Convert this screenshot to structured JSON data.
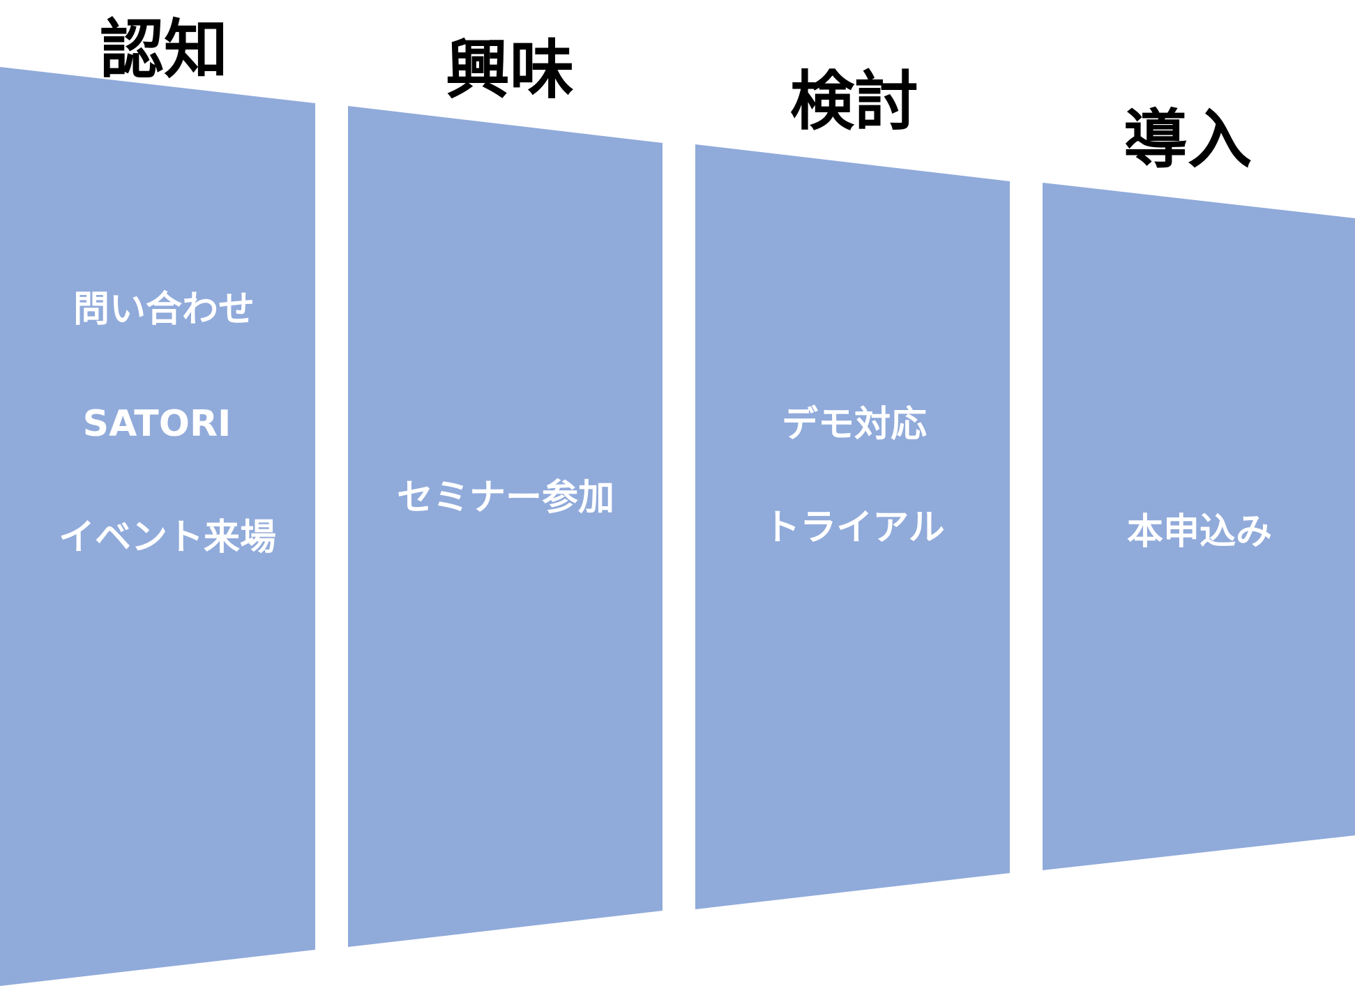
{
  "colors": {
    "panel_fill": "#90AADA",
    "title_text": "#000000",
    "item_text": "#FFFFFF"
  },
  "stages": [
    {
      "title": "認知",
      "items": [
        "問い合わせ",
        "SATORI",
        "イベント来場"
      ]
    },
    {
      "title": "興味",
      "items": [
        "セミナー参加"
      ]
    },
    {
      "title": "検討",
      "items": [
        "デモ対応",
        "トライアル"
      ]
    },
    {
      "title": "導入",
      "items": [
        "本申込み"
      ]
    }
  ]
}
